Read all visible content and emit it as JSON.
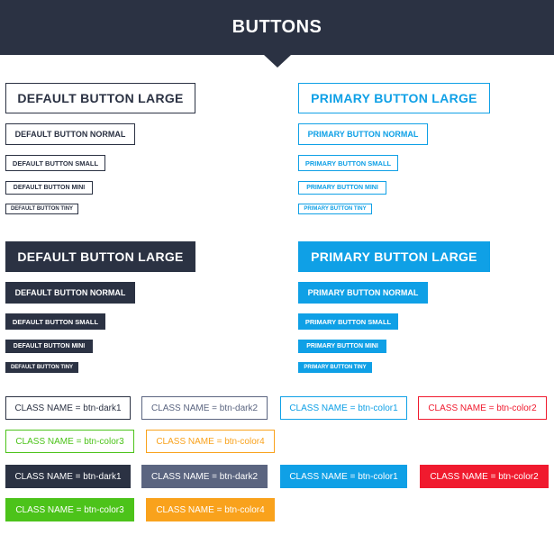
{
  "header": {
    "title": "BUTTONS"
  },
  "outline_default": {
    "large": "DEFAULT BUTTON LARGE",
    "normal": "DEFAULT BUTTON NORMAL",
    "small": "DEFAULT BUTTON SMALL",
    "mini": "DEFAULT BUTTON MINI",
    "tiny": "DEFAULT BUTTON TINY"
  },
  "outline_primary": {
    "large": "PRIMARY BUTTON LARGE",
    "normal": "PRIMARY BUTTON NORMAL",
    "small": "PRIMARY BUTTON SMALL",
    "mini": "PRIMARY BUTTON MINI",
    "tiny": "PRIMARY BUTTON TINY"
  },
  "filled_default": {
    "large": "DEFAULT BUTTON LARGE",
    "normal": "DEFAULT BUTTON NORMAL",
    "small": "DEFAULT BUTTON SMALL",
    "mini": "DEFAULT BUTTON MINI",
    "tiny": "DEFAULT BUTTON TINY"
  },
  "filled_primary": {
    "large": "PRIMARY BUTTON LARGE",
    "normal": "PRIMARY BUTTON NORMAL",
    "small": "PRIMARY BUTTON SMALL",
    "mini": "PRIMARY BUTTON MINI",
    "tiny": "PRIMARY BUTTON TINY"
  },
  "class_buttons": {
    "dark1": "CLASS NAME = btn-dark1",
    "dark2": "CLASS NAME = btn-dark2",
    "color1": "CLASS NAME = btn-color1",
    "color2": "CLASS NAME = btn-color2",
    "color3": "CLASS NAME = btn-color3",
    "color4": "CLASS NAME = btn-color4"
  },
  "colors": {
    "dark1": "#2b3243",
    "dark2": "#5b6580",
    "color1": "#0fa0e6",
    "color2": "#f01a2e",
    "color3": "#4cc31a",
    "color4": "#f9a21c"
  }
}
